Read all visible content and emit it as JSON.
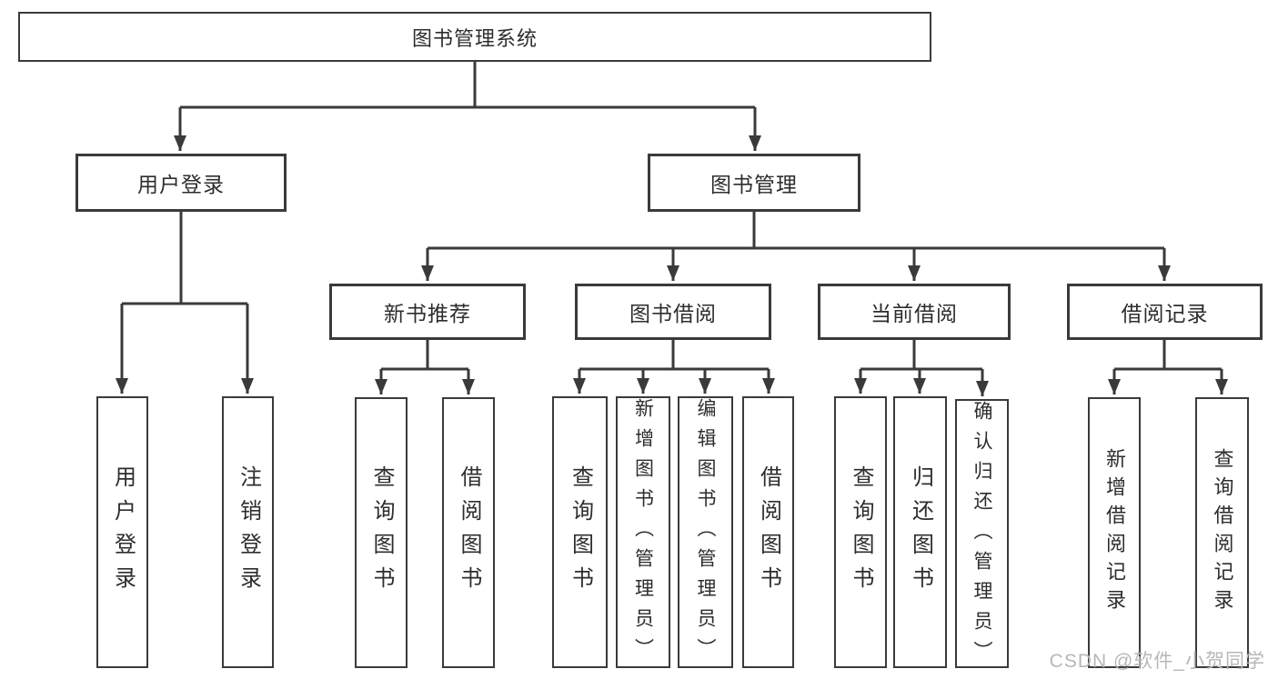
{
  "diagram_title": "图书管理系统",
  "nodes": {
    "root": "图书管理系统",
    "user_login": "用户登录",
    "book_management": "图书管理",
    "new_book_recommend": "新书推荐",
    "book_borrow": "图书借阅",
    "current_borrow": "当前借阅",
    "borrow_records": "借阅记录",
    "ul_user_login": "用户登录",
    "ul_logout": "注销登录",
    "nb_query_books": "查询图书",
    "nb_borrow_books": "借阅图书",
    "bb_query_books": "查询图书",
    "bb_add_books": "新增图书（管理员）",
    "bb_edit_books": "编辑图书（管理员）",
    "bb_borrow_books": "借阅图书",
    "cb_query_books": "查询图书",
    "cb_return_books": "归还图书",
    "cb_confirm_return": "确认归还（管理员）",
    "br_add_record": "新增借阅记录",
    "br_query_record": "查询借阅记录"
  },
  "hierarchy": {
    "图书管理系统": {
      "用户登录": [
        "用户登录",
        "注销登录"
      ],
      "图书管理": {
        "新书推荐": [
          "查询图书",
          "借阅图书"
        ],
        "图书借阅": [
          "查询图书",
          "新增图书（管理员）",
          "编辑图书（管理员）",
          "借阅图书"
        ],
        "当前借阅": [
          "查询图书",
          "归还图书",
          "确认归还（管理员）"
        ],
        "借阅记录": [
          "新增借阅记录",
          "查询借阅记录"
        ]
      }
    }
  },
  "watermark": "CSDN @软件_小贺同学",
  "colors": {
    "line": "#3a3a3a",
    "text": "#2d2d2d",
    "watermark": "#b7b7b7",
    "background": "#ffffff"
  }
}
